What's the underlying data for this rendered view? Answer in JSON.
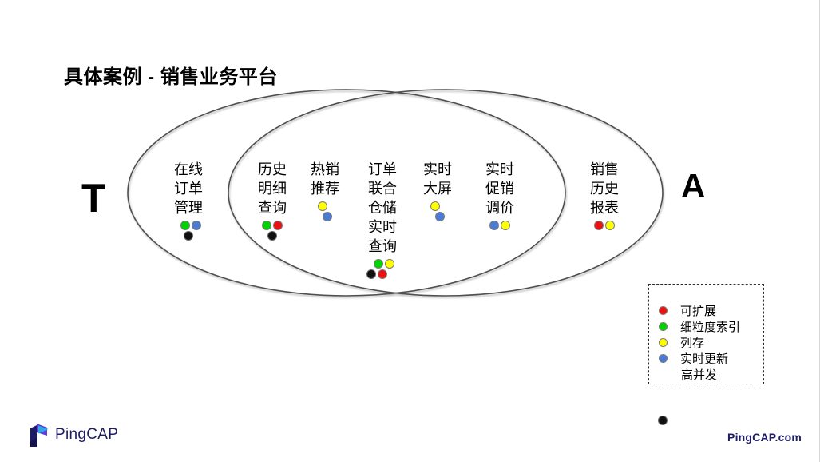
{
  "title": "具体案例 - 销售业务平台",
  "colors": {
    "red": "#ea1111",
    "green": "#00d300",
    "yellow": "#ffff00",
    "blue": "#4a7cd6",
    "black": "#111111",
    "dot_border": "#7a7a7a",
    "ellipse_stroke": "#4f4f4f",
    "brand_navy": "#1d1d66"
  },
  "venn": {
    "left_label": "T",
    "right_label": "A",
    "items": [
      {
        "name": "online-order-management",
        "lines": [
          "在线",
          "订单",
          "管理"
        ],
        "dot_rows": [
          [
            "green",
            "blue"
          ],
          [
            "black"
          ]
        ]
      },
      {
        "name": "history-detail-query",
        "lines": [
          "历史",
          "明细",
          "查询"
        ],
        "dot_rows": [
          [
            "green",
            "red"
          ],
          [
            "black"
          ]
        ]
      },
      {
        "name": "hot-sale-recommendation",
        "lines": [
          "热销",
          "推荐"
        ],
        "dot_rows": [
          [
            "yellow"
          ],
          [
            "blue"
          ]
        ]
      },
      {
        "name": "order-joint-warehouse-realtime-query",
        "lines": [
          "订单",
          "联合",
          "仓储",
          "实时",
          "查询"
        ],
        "dot_rows": [
          [
            "green",
            "yellow"
          ],
          [
            "black",
            "red"
          ]
        ]
      },
      {
        "name": "realtime-dashboard",
        "lines": [
          "实时",
          "大屏"
        ],
        "dot_rows": [
          [
            "yellow"
          ],
          [
            "blue"
          ]
        ]
      },
      {
        "name": "realtime-promo-pricing",
        "lines": [
          "实时",
          "促销",
          "调价"
        ],
        "dot_rows": [
          [
            "blue",
            "yellow"
          ]
        ]
      },
      {
        "name": "sales-history-report",
        "lines": [
          "销售",
          "历史",
          "报表"
        ],
        "dot_rows": [
          [
            "red",
            "yellow"
          ]
        ]
      }
    ]
  },
  "legend": {
    "entries": [
      {
        "color": "red",
        "label": "可扩展"
      },
      {
        "color": "green",
        "label": "细粒度索引"
      },
      {
        "color": "yellow",
        "label": "列存"
      },
      {
        "color": "blue",
        "label": "实时更新"
      },
      {
        "color": null,
        "label": "高并发"
      }
    ]
  },
  "stray_dot": {
    "color": "black"
  },
  "footer": {
    "logo_text": "PingCAP",
    "site": "PingCAP.com"
  }
}
